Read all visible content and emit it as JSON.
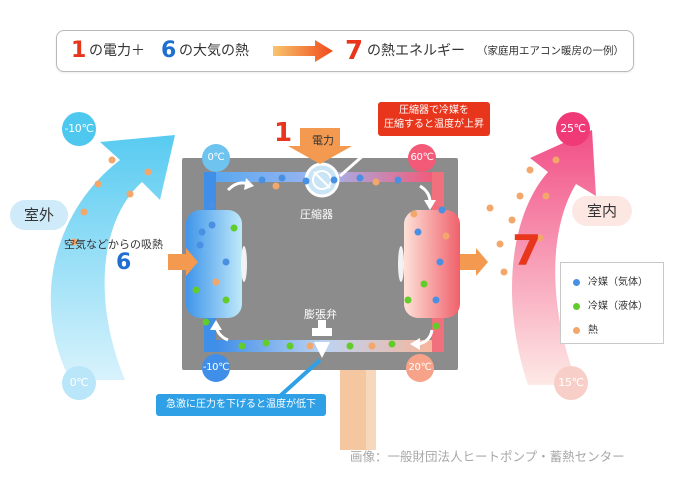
{
  "banner": {
    "num_electric": "1",
    "electric_text": "の電力＋",
    "num_air": "6",
    "air_text": "の大気の熱",
    "num_total": "7",
    "total_text": "の熱エネルギー",
    "note": "（家庭用エアコン暖房の一例）"
  },
  "outdoor": {
    "label": "室外",
    "temp_in": "-10℃",
    "temp_out": "0℃",
    "absorb_label": "空気などからの吸熱",
    "absorb_num": "6"
  },
  "indoor": {
    "label": "室内",
    "temp_out": "25℃",
    "temp_in": "15℃",
    "release_num": "7"
  },
  "compressor": {
    "power_num": "1",
    "power_label": "電力",
    "label": "圧縮器",
    "callout_line1": "圧縮器で冷媒を",
    "callout_line2": "圧縮すると温度が上昇"
  },
  "expansion": {
    "label": "膨張弁",
    "callout": "急激に圧力を下げると温度が低下"
  },
  "loop_temps": {
    "top_left": "0℃",
    "top_right": "60℃",
    "bottom_left": "-10℃",
    "bottom_right": "20℃"
  },
  "legend": {
    "gas": "冷媒（気体）",
    "liquid": "冷媒（液体）",
    "heat": "熱"
  },
  "colors": {
    "gas": "#4a90e2",
    "liquid": "#62cc2a",
    "heat": "#f4a76b",
    "hot": "#f0506e",
    "cold": "#2f8fea"
  },
  "credit": "画像：一般財団法人ヒートポンプ・蓄熱センター"
}
